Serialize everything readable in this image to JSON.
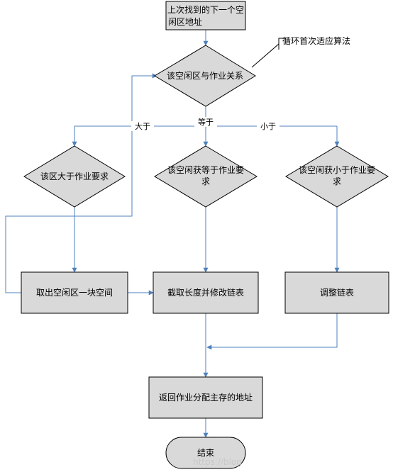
{
  "nodes": {
    "start_line1": "上次找到的下一个空",
    "start_line2": "闲区地址",
    "decision_main": "该空闲区与作业关系",
    "annotation": "循环首次适应算法",
    "decision_greater": "该区大于作业要求",
    "decision_equal_line1": "该空闲获等于作业要",
    "decision_equal_line2": "求",
    "decision_less_line1": "该空闲获小于作业要",
    "decision_less_line2": "求",
    "process_take": "取出空闲区一块空间",
    "process_cut": "截取长度并修改链表",
    "process_adjust": "调整链表",
    "process_return": "返回作业分配主存的地址",
    "end": "结束"
  },
  "edges": {
    "label_greater": "大于",
    "label_equal": "等于",
    "label_less": "小于"
  },
  "watermark": "https://blog",
  "colors": {
    "box_fill": "#d9d9d9",
    "box_stroke": "#000000",
    "arrow": "#4f81bd"
  }
}
